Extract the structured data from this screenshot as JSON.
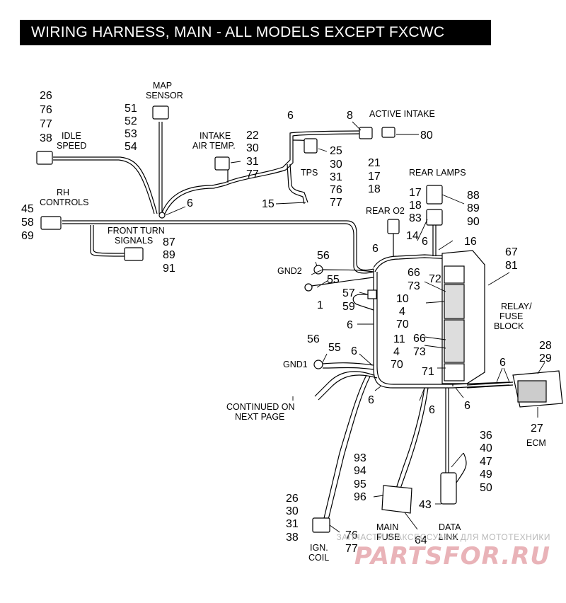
{
  "title": "WIRING HARNESS, MAIN - ALL MODELS EXCEPT FXCWC",
  "labels": {
    "map_sensor": [
      "MAP",
      "SENSOR"
    ],
    "idle_speed": [
      "IDLE",
      "SPEED"
    ],
    "intake_air_temp": [
      "INTAKE",
      "AIR TEMP."
    ],
    "active_intake": "ACTIVE INTAKE",
    "tps": "TPS",
    "rh_controls": [
      "RH",
      "CONTROLS"
    ],
    "front_turn_signals": [
      "FRONT TURN",
      "SIGNALS"
    ],
    "rear_lamps": "REAR LAMPS",
    "rear_o2": "REAR O2",
    "gnd2": "GND2",
    "gnd1": "GND1",
    "relay_fuse_block": [
      "RELAY/",
      "FUSE",
      "BLOCK"
    ],
    "ecm": "ECM",
    "continued": [
      "CONTINUED ON",
      "NEXT PAGE"
    ],
    "main_fuse": [
      "MAIN",
      "FUSE"
    ],
    "data_link": [
      "DATA",
      "LINK"
    ],
    "ign_coil": [
      "IGN.",
      "COIL"
    ]
  },
  "callouts": {
    "idle_speed": [
      "26",
      "76",
      "77",
      "38"
    ],
    "map_sensor": [
      "51",
      "52",
      "53",
      "54"
    ],
    "intake_air_temp": [
      "22",
      "30",
      "31",
      "77"
    ],
    "tps": [
      "25",
      "30",
      "31",
      "76",
      "77"
    ],
    "active_intake_left": "8",
    "active_intake_right": "80",
    "active_intake_below": [
      "21",
      "17",
      "18"
    ],
    "harness_top": "6",
    "n15": "15",
    "rh_controls": [
      "45",
      "58",
      "69"
    ],
    "junction": "6",
    "front_turn": [
      "87",
      "89",
      "91"
    ],
    "rear_lamps_left": [
      "17",
      "18",
      "83"
    ],
    "rear_lamps_right": [
      "88",
      "89",
      "90"
    ],
    "n14": "14",
    "n6_a": "6",
    "n6_b": "6",
    "n16": "16",
    "n72": "72",
    "relay_top": [
      "67",
      "81"
    ],
    "gnd2_56": "56",
    "gnd2_55": "55",
    "n1": "1",
    "n66a": "66",
    "n73a": "73",
    "n10": "10",
    "n4a": "4",
    "n70a": "70",
    "n57": "57",
    "n59": "59",
    "n6_c": "6",
    "n11": "11",
    "n66b": "66",
    "n73b": "73",
    "n4b": "4",
    "n70b": "70",
    "n71": "71",
    "gnd1_56": "56",
    "gnd1_55": "55",
    "n6_d": "6",
    "ecm_top": [
      "28",
      "29"
    ],
    "ecm_6": "6",
    "n27": "27",
    "n6_e": "6",
    "n6_f": "6",
    "n6_g": "6",
    "data_link": [
      "36",
      "40",
      "47",
      "49",
      "50"
    ],
    "main_fuse": [
      "93",
      "94",
      "95",
      "96"
    ],
    "n43": "43",
    "ign_coil_left": [
      "26",
      "30",
      "31",
      "38"
    ],
    "ign_coil_right": [
      "76",
      "77"
    ],
    "n64": "64"
  },
  "watermark": {
    "tagline": "ЗАПЧАСТИ И АКСЕССУАРЫ ДЛЯ МОТОТЕХНИКИ",
    "brand": "PARTSFOR.RU"
  }
}
